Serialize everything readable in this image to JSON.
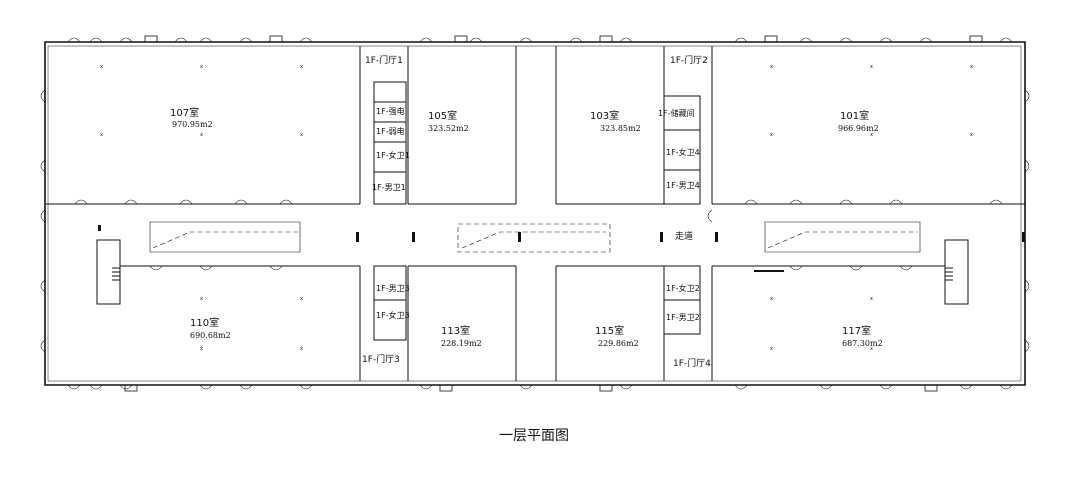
{
  "caption": "一层平面图",
  "rooms": [
    {
      "id": "107",
      "name": "107室",
      "area": "970.95m2"
    },
    {
      "id": "105",
      "name": "105室",
      "area": "323.52m2"
    },
    {
      "id": "103",
      "name": "103室",
      "area": "323.85m2"
    },
    {
      "id": "101",
      "name": "101室",
      "area": "966.96m2"
    },
    {
      "id": "110",
      "name": "110室",
      "area": "690.68m2"
    },
    {
      "id": "113",
      "name": "113室",
      "area": "228.19m2"
    },
    {
      "id": "115",
      "name": "115室",
      "area": "229.86m2"
    },
    {
      "id": "117",
      "name": "117室",
      "area": "687.30m2"
    }
  ],
  "halls": [
    "1F-门厅1",
    "1F-门厅2",
    "1F-门厅3",
    "1F-门厅4"
  ],
  "corridor": "走道",
  "service_rooms": {
    "strong_power": "1F-强电",
    "weak_power": "1F-弱电",
    "female_wc_1": "1F-女卫1",
    "male_wc_1": "1F-男卫1",
    "storage": "1F-储藏间",
    "female_wc_4": "1F-女卫4",
    "male_wc_4": "1F-男卫4",
    "male_wc_3": "1F-男卫3",
    "female_wc_3": "1F-女卫3",
    "female_wc_2": "1F-女卫2",
    "male_wc_2": "1F-男卫2"
  }
}
